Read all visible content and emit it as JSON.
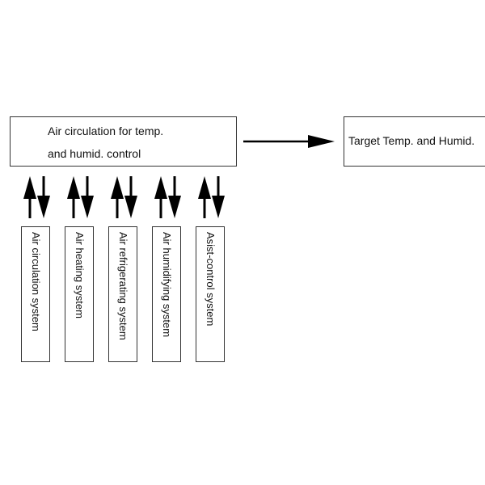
{
  "main_box": {
    "line1": "Air circulation for temp.",
    "line2": "and humid. control"
  },
  "target_box": {
    "label": "Target Temp. and Humid."
  },
  "subsystems": [
    {
      "label": "Air circulation system"
    },
    {
      "label": "Air heating system"
    },
    {
      "label": "Air refrigerating system"
    },
    {
      "label": "Air humidifying system"
    },
    {
      "label": "Asist-control system"
    }
  ],
  "colors": {
    "line": "#000000",
    "border": "#333333",
    "text": "#111111"
  }
}
